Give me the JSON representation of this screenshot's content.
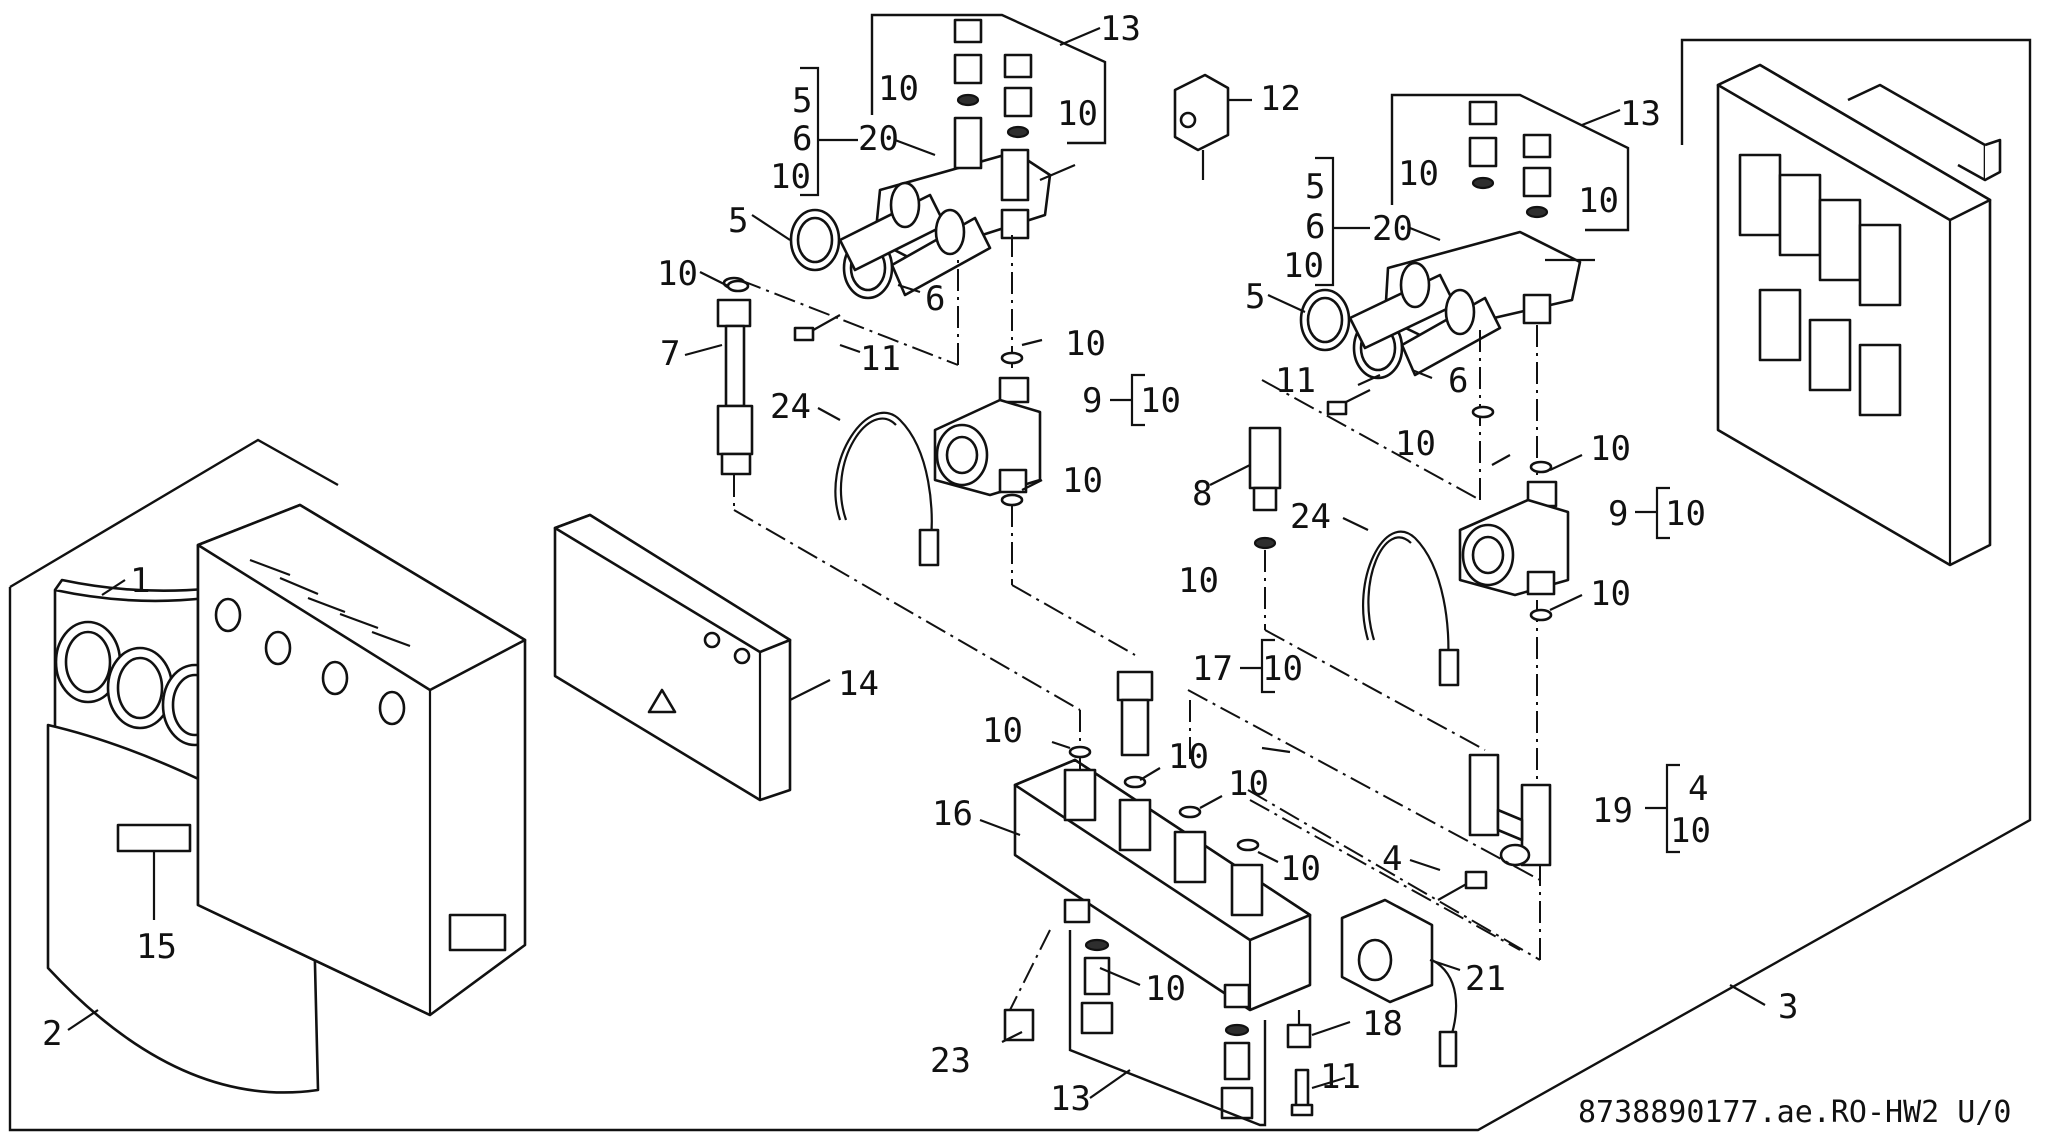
{
  "drawing_reference": "8738890177.ae.RO-HW2 U/0",
  "labels": {
    "p1": "1",
    "p2": "2",
    "p3": "3",
    "p4": "4",
    "p5": "5",
    "p6": "6",
    "p7": "7",
    "p8": "8",
    "p9": "9",
    "p10": "10",
    "p11": "11",
    "p12": "12",
    "p13": "13",
    "p14": "14",
    "p15": "15",
    "p16": "16",
    "p17": "17",
    "p18": "18",
    "p19": "19",
    "p20": "20",
    "p21": "21",
    "p23": "23",
    "p24": "24"
  }
}
